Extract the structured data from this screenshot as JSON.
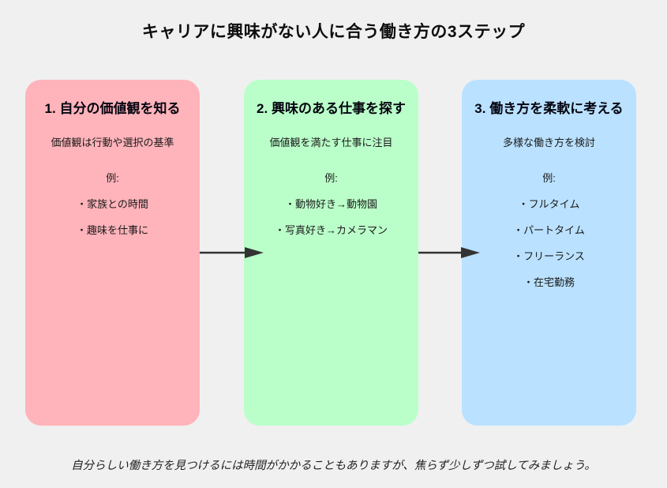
{
  "title": "キャリアに興味がない人に合う働き方の3ステップ",
  "footer": "自分らしい働き方を見つけるには時間がかかることもありますが、焦らず少しずつ試してみましょう。",
  "colors": {
    "background": "#f0f0f0",
    "step1_fill": "#ffb3ba",
    "step2_fill": "#baffc9",
    "step3_fill": "#bae1ff",
    "arrow": "#333333",
    "title_text": "#0d0d0d",
    "body_text": "#1a1a1a"
  },
  "steps": [
    {
      "title": "1. 自分の価値観を知る",
      "subtitle": "価値観は行動や選択の基準",
      "example_label": "例:",
      "items": [
        "・家族との時間",
        "・趣味を仕事に"
      ]
    },
    {
      "title": "2. 興味のある仕事を探す",
      "subtitle": "価値観を満たす仕事に注目",
      "example_label": "例:",
      "items": [
        "・動物好き→動物園",
        "・写真好き→カメラマン"
      ]
    },
    {
      "title": "3. 働き方を柔軟に考える",
      "subtitle": "多様な働き方を検討",
      "example_label": "例:",
      "items": [
        "・フルタイム",
        "・パートタイム",
        "・フリーランス",
        "・在宅勤務"
      ]
    }
  ]
}
